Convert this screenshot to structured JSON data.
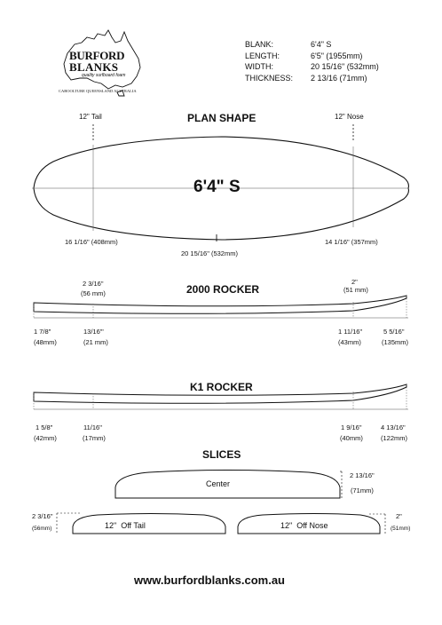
{
  "logo": {
    "line1": "BURFORD",
    "line2": "BLANKS",
    "tagline": "quality surfboard foam",
    "location": "CABOOLTURE QUEENSLAND AUSTRALIA"
  },
  "specs": [
    {
      "label": "BLANK:",
      "value": "6'4\" S"
    },
    {
      "label": "LENGTH:",
      "value": "6'5\" (1955mm)"
    },
    {
      "label": "WIDTH:",
      "value": "20 15/16\" (532mm)"
    },
    {
      "label": "THICKNESS:",
      "value": "2 13/16 (71mm)"
    }
  ],
  "plan": {
    "title": "PLAN SHAPE",
    "tail_mark": "12\" Tail",
    "nose_mark": "12\" Nose",
    "center_label": "6'4\" S",
    "tail_width": "16 1/16\" (408mm)",
    "center_width": "20 15/16\" (532mm)",
    "nose_width": "14 1/16\" (357mm)"
  },
  "rocker2000": {
    "title": "2000 ROCKER",
    "tail12_top": "2 3/16\"",
    "tail12_top_mm": "(56 mm)",
    "nose12_top": "2\"",
    "nose12_top_mm": "(51 mm)",
    "tail_end": "1 7/8\"",
    "tail_end_mm": "(48mm)",
    "tail12": "13/16\"'",
    "tail12_mm": "(21 mm)",
    "nose12": "1 11/16\"",
    "nose12_mm": "(43mm)",
    "nose_end": "5 5/16\"",
    "nose_end_mm": "(135mm)"
  },
  "rockerK1": {
    "title": "K1 ROCKER",
    "tail_end": "1 5/8\"",
    "tail_end_mm": "(42mm)",
    "tail12": "11/16\"",
    "tail12_mm": "(17mm)",
    "nose12": "1 9/16\"",
    "nose12_mm": "(40mm)",
    "nose_end": "4 13/16\"",
    "nose_end_mm": "(122mm)"
  },
  "slices": {
    "title": "SLICES",
    "center_label": "Center",
    "center_thick": "2 13/16\"",
    "center_thick_mm": "(71mm)",
    "tail_label": "12\"  Off Tail",
    "tail_thick": "2 3/16\"",
    "tail_thick_mm": "(56mm)",
    "nose_label": "12\"  Off Nose",
    "nose_thick": "2\"",
    "nose_thick_mm": "(51mm)"
  },
  "footer": {
    "url": "www.burfordblanks.com.au"
  },
  "colors": {
    "ink": "#111111",
    "guide": "#555555"
  }
}
